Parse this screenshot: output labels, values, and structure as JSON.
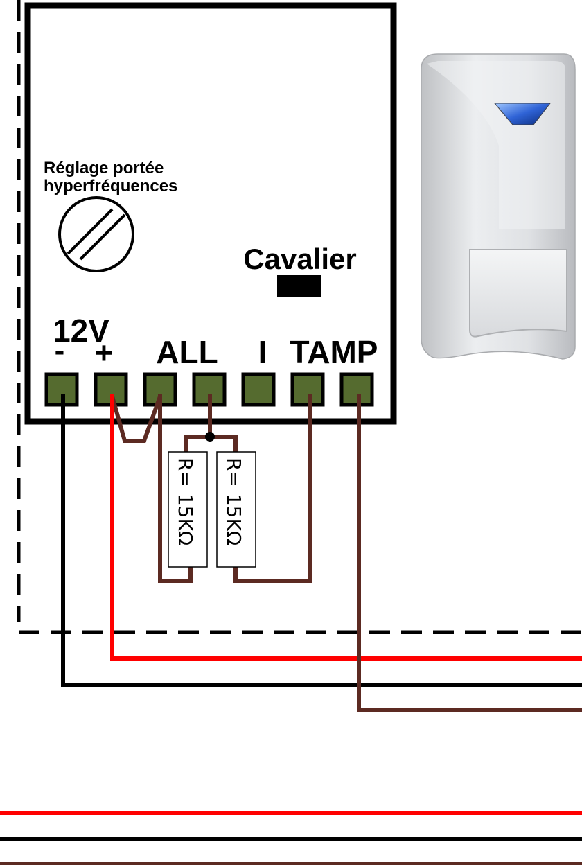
{
  "board": {
    "range_label_line1": "Réglage portée",
    "range_label_line2": "hyperfréquences",
    "jumper_label": "Cavalier",
    "voltage_label": "12V",
    "terminal_labels": {
      "minus": "-",
      "plus": "+",
      "alarm": "ALL",
      "i": "I",
      "tamper": "TAMP"
    },
    "terminal_count": 7
  },
  "resistors": [
    {
      "label": "R= 15KΩ"
    },
    {
      "label": "R= 15KΩ"
    }
  ],
  "colors": {
    "board_outline": "#000000",
    "terminal_fill": "#556b2f",
    "wire_black": "#000000",
    "wire_red": "#ff0000",
    "wire_brown": "#5c2a22",
    "boundary_dashed": "#000000"
  },
  "detector_image": "pir-motion-detector"
}
